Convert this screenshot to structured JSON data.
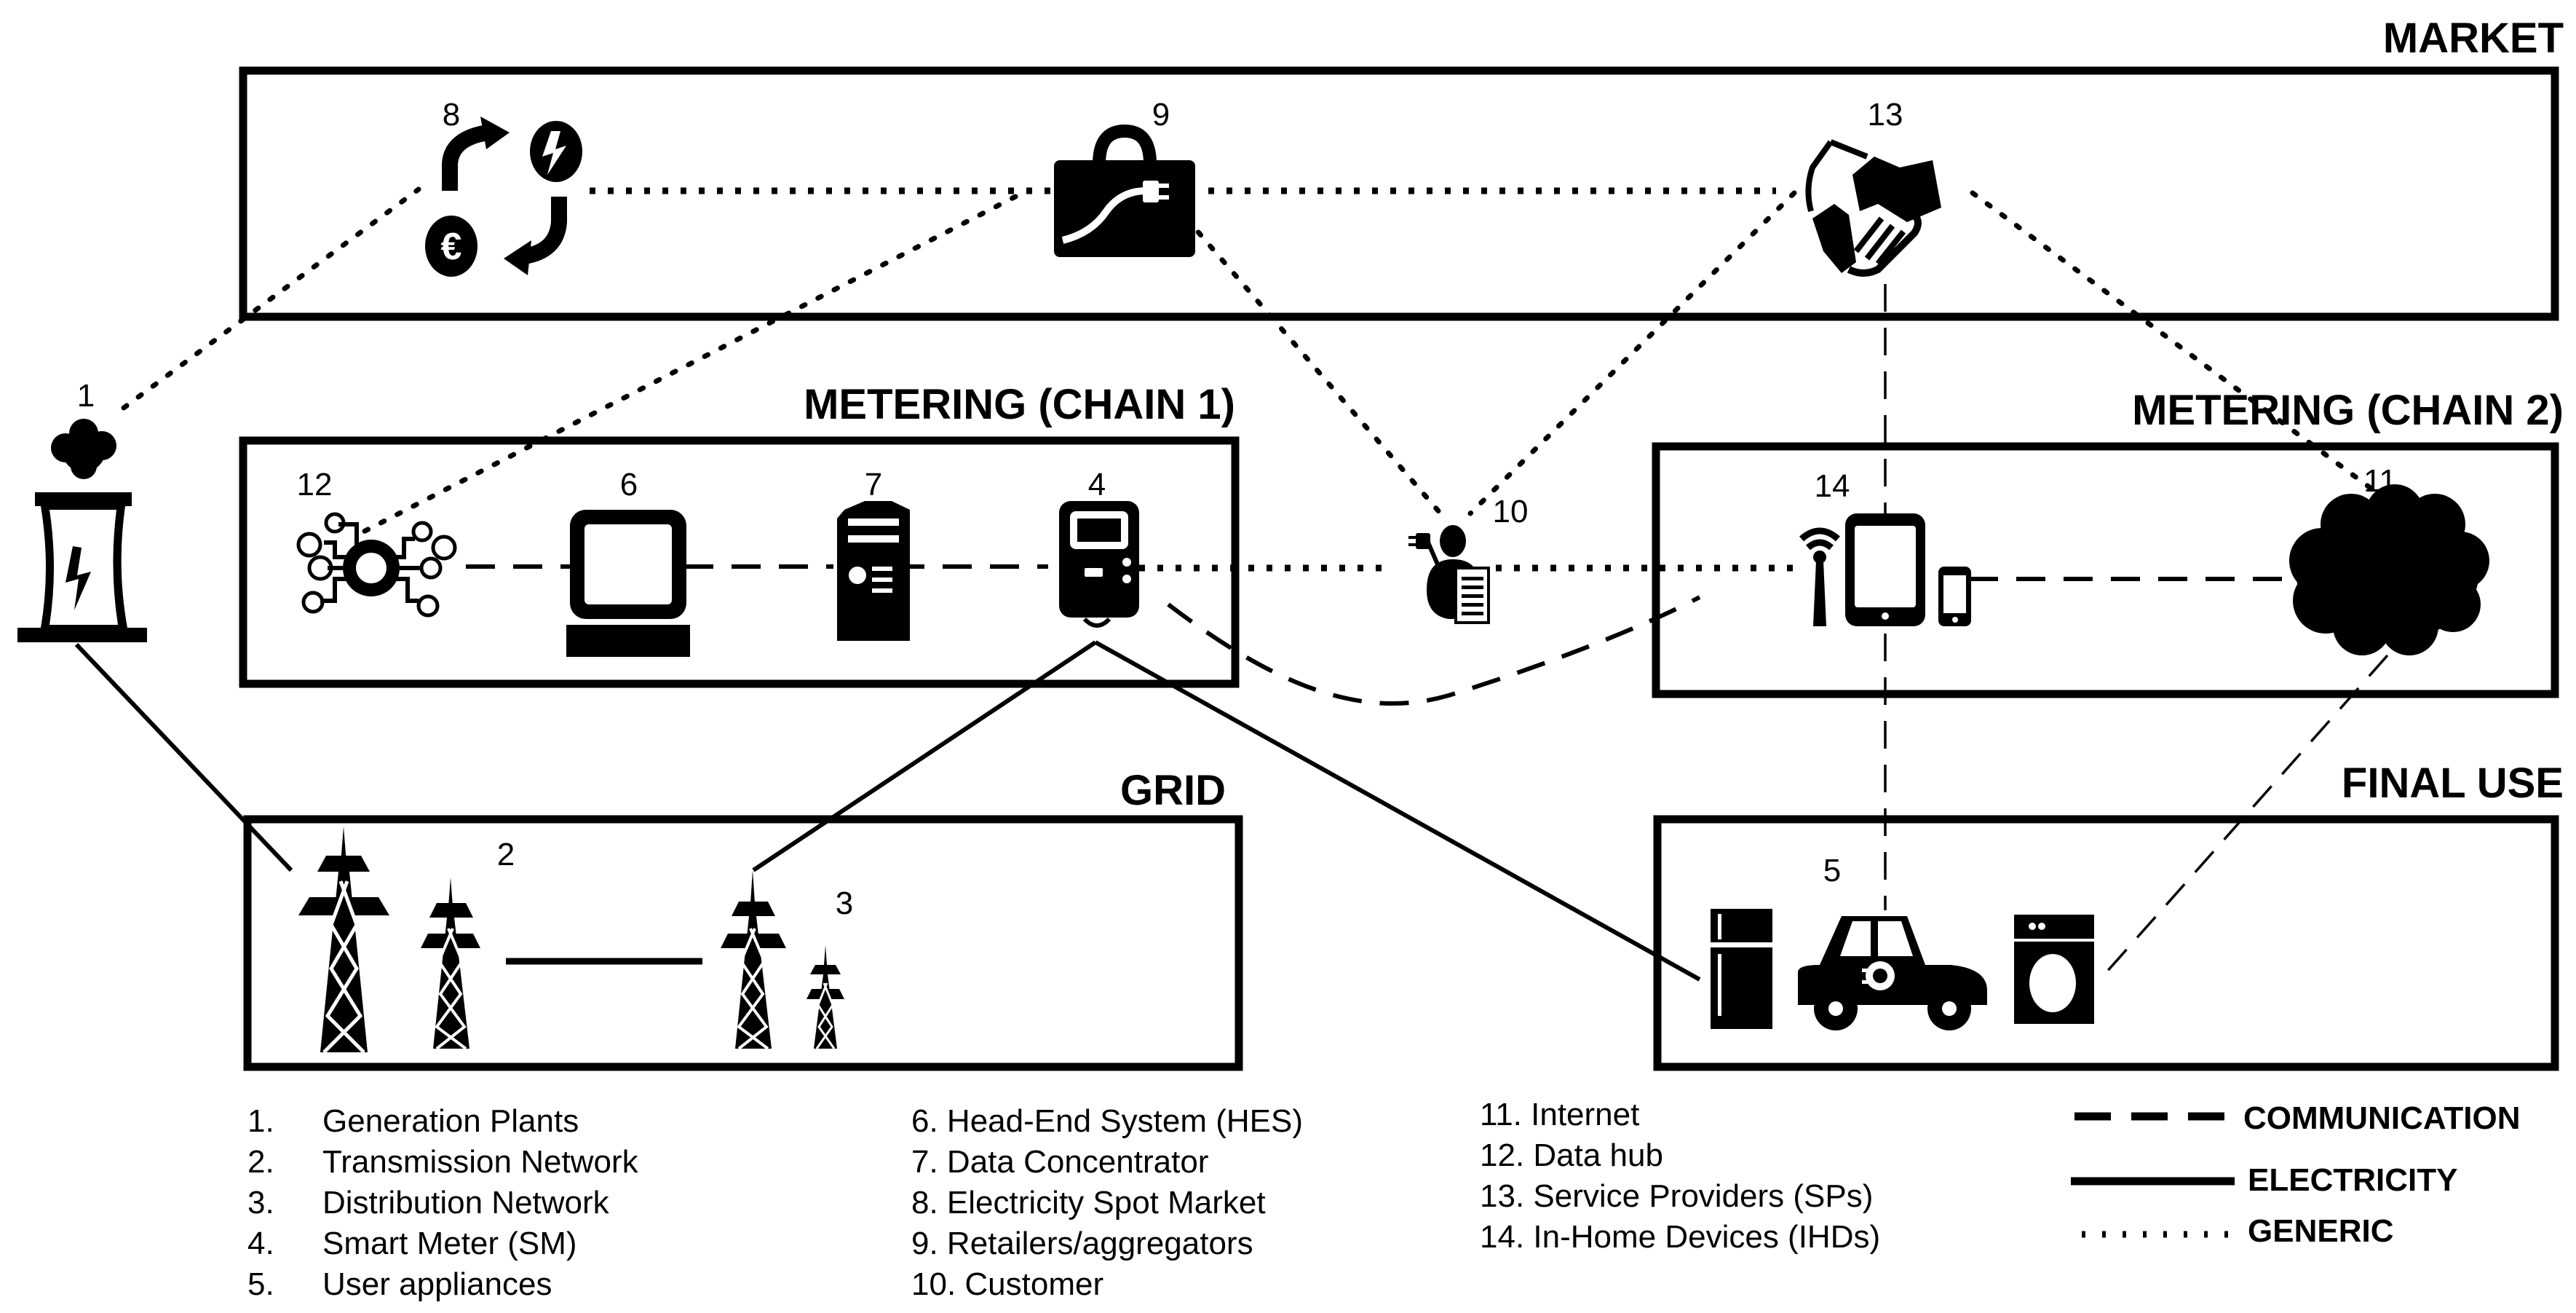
{
  "sections": {
    "market": "MARKET",
    "metering_chain1": "METERING (CHAIN 1)",
    "metering_chain2": "METERING (CHAIN 2)",
    "grid": "GRID",
    "final_use": "FINAL USE"
  },
  "node_numbers": {
    "generation_plant": "1",
    "transmission_network": "2",
    "distribution_network": "3",
    "smart_meter": "4",
    "user_appliances": "5",
    "head_end_system": "6",
    "data_concentrator": "7",
    "spot_market": "8",
    "retailers": "9",
    "customer": "10",
    "internet": "11",
    "data_hub": "12",
    "service_providers": "13",
    "in_home_devices": "14"
  },
  "icons": {
    "generation_plant": "power-plant-icon",
    "transmission_network": "transmission-tower-icon",
    "distribution_network": "distribution-tower-icon",
    "smart_meter": "smart-meter-icon",
    "user_appliances": [
      "fridge-icon",
      "electric-car-icon",
      "washing-machine-icon"
    ],
    "head_end_system": "computer-monitor-icon",
    "data_concentrator": "server-tower-icon",
    "spot_market": "currency-exchange-icon",
    "retailers": "shopping-bag-plug-icon",
    "customer": "customer-icon",
    "internet": "cloud-icon",
    "data_hub": "circuit-hub-icon",
    "service_providers": "handshake-icon",
    "in_home_devices": "tablet-phone-antenna-icon"
  },
  "legend": {
    "column1": [
      {
        "num": "1.",
        "label": "Generation Plants"
      },
      {
        "num": "2.",
        "label": "Transmission Network"
      },
      {
        "num": "3.",
        "label": "Distribution Network"
      },
      {
        "num": "4.",
        "label": "Smart Meter (SM)"
      },
      {
        "num": "5.",
        "label": "User appliances"
      }
    ],
    "column2": [
      "6. Head-End System (HES)",
      "7. Data Concentrator",
      "8. Electricity Spot Market",
      "9. Retailers/aggregators",
      "10. Customer"
    ],
    "column3": [
      "11. Internet",
      "12. Data hub",
      "13. Service Providers (SPs)",
      "14. In-Home Devices (IHDs)"
    ],
    "line_types": [
      {
        "style": "dashed",
        "label": "COMMUNICATION"
      },
      {
        "style": "solid",
        "label": "ELECTRICITY"
      },
      {
        "style": "dotted",
        "label": "GENERIC"
      }
    ]
  }
}
